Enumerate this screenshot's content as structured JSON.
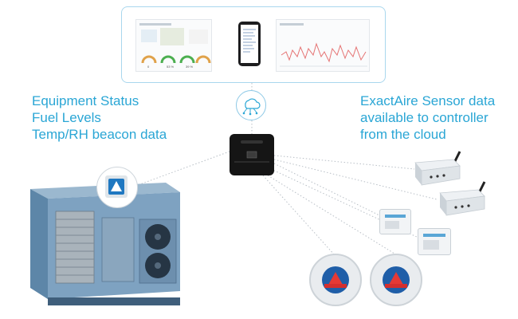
{
  "diagram": {
    "left_labels": [
      "Equipment Status",
      "Fuel Levels",
      "Temp/RH beacon data"
    ],
    "right_labels": [
      "ExactAire Sensor data",
      "available to controller",
      "from the cloud"
    ]
  },
  "dashboard": {
    "gauges": [
      "0",
      "53 %",
      "39 %"
    ]
  },
  "colors": {
    "accent": "#2aa6d5",
    "panel_border": "#a9d7ee",
    "unit_body": "#6f97b8",
    "link_line": "#b5bcc3"
  },
  "icons": [
    "cloud-network-icon",
    "controller-icon",
    "beacon-logo-icon",
    "warning-icon"
  ]
}
